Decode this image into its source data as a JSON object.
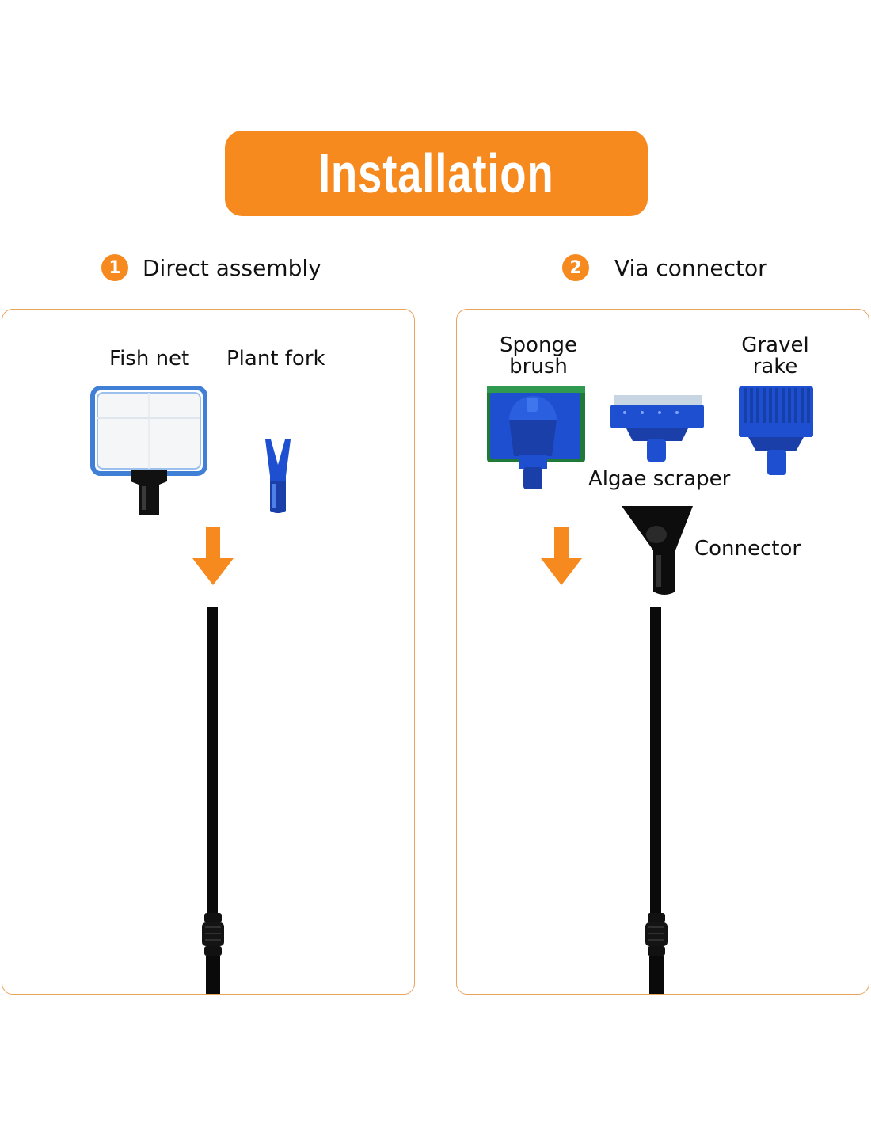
{
  "banner": {
    "title": "Installation"
  },
  "steps": [
    {
      "number": "1",
      "label": "Direct assembly"
    },
    {
      "number": "2",
      "label": "Via connector"
    }
  ],
  "left_panel": {
    "fish_net_label": "Fish net",
    "plant_fork_label": "Plant fork"
  },
  "right_panel": {
    "sponge_brush_label": "Sponge brush",
    "gravel_rake_label": "Gravel rake",
    "algae_scraper_label": "Algae scraper",
    "connector_label": "Connector"
  },
  "colors": {
    "accent": "#f68a1f",
    "panel_border": "#e8a35c",
    "tool_blue": "#1f4fd1",
    "sponge_green": "#1f7a3a",
    "pole_black": "#0a0a0a"
  }
}
